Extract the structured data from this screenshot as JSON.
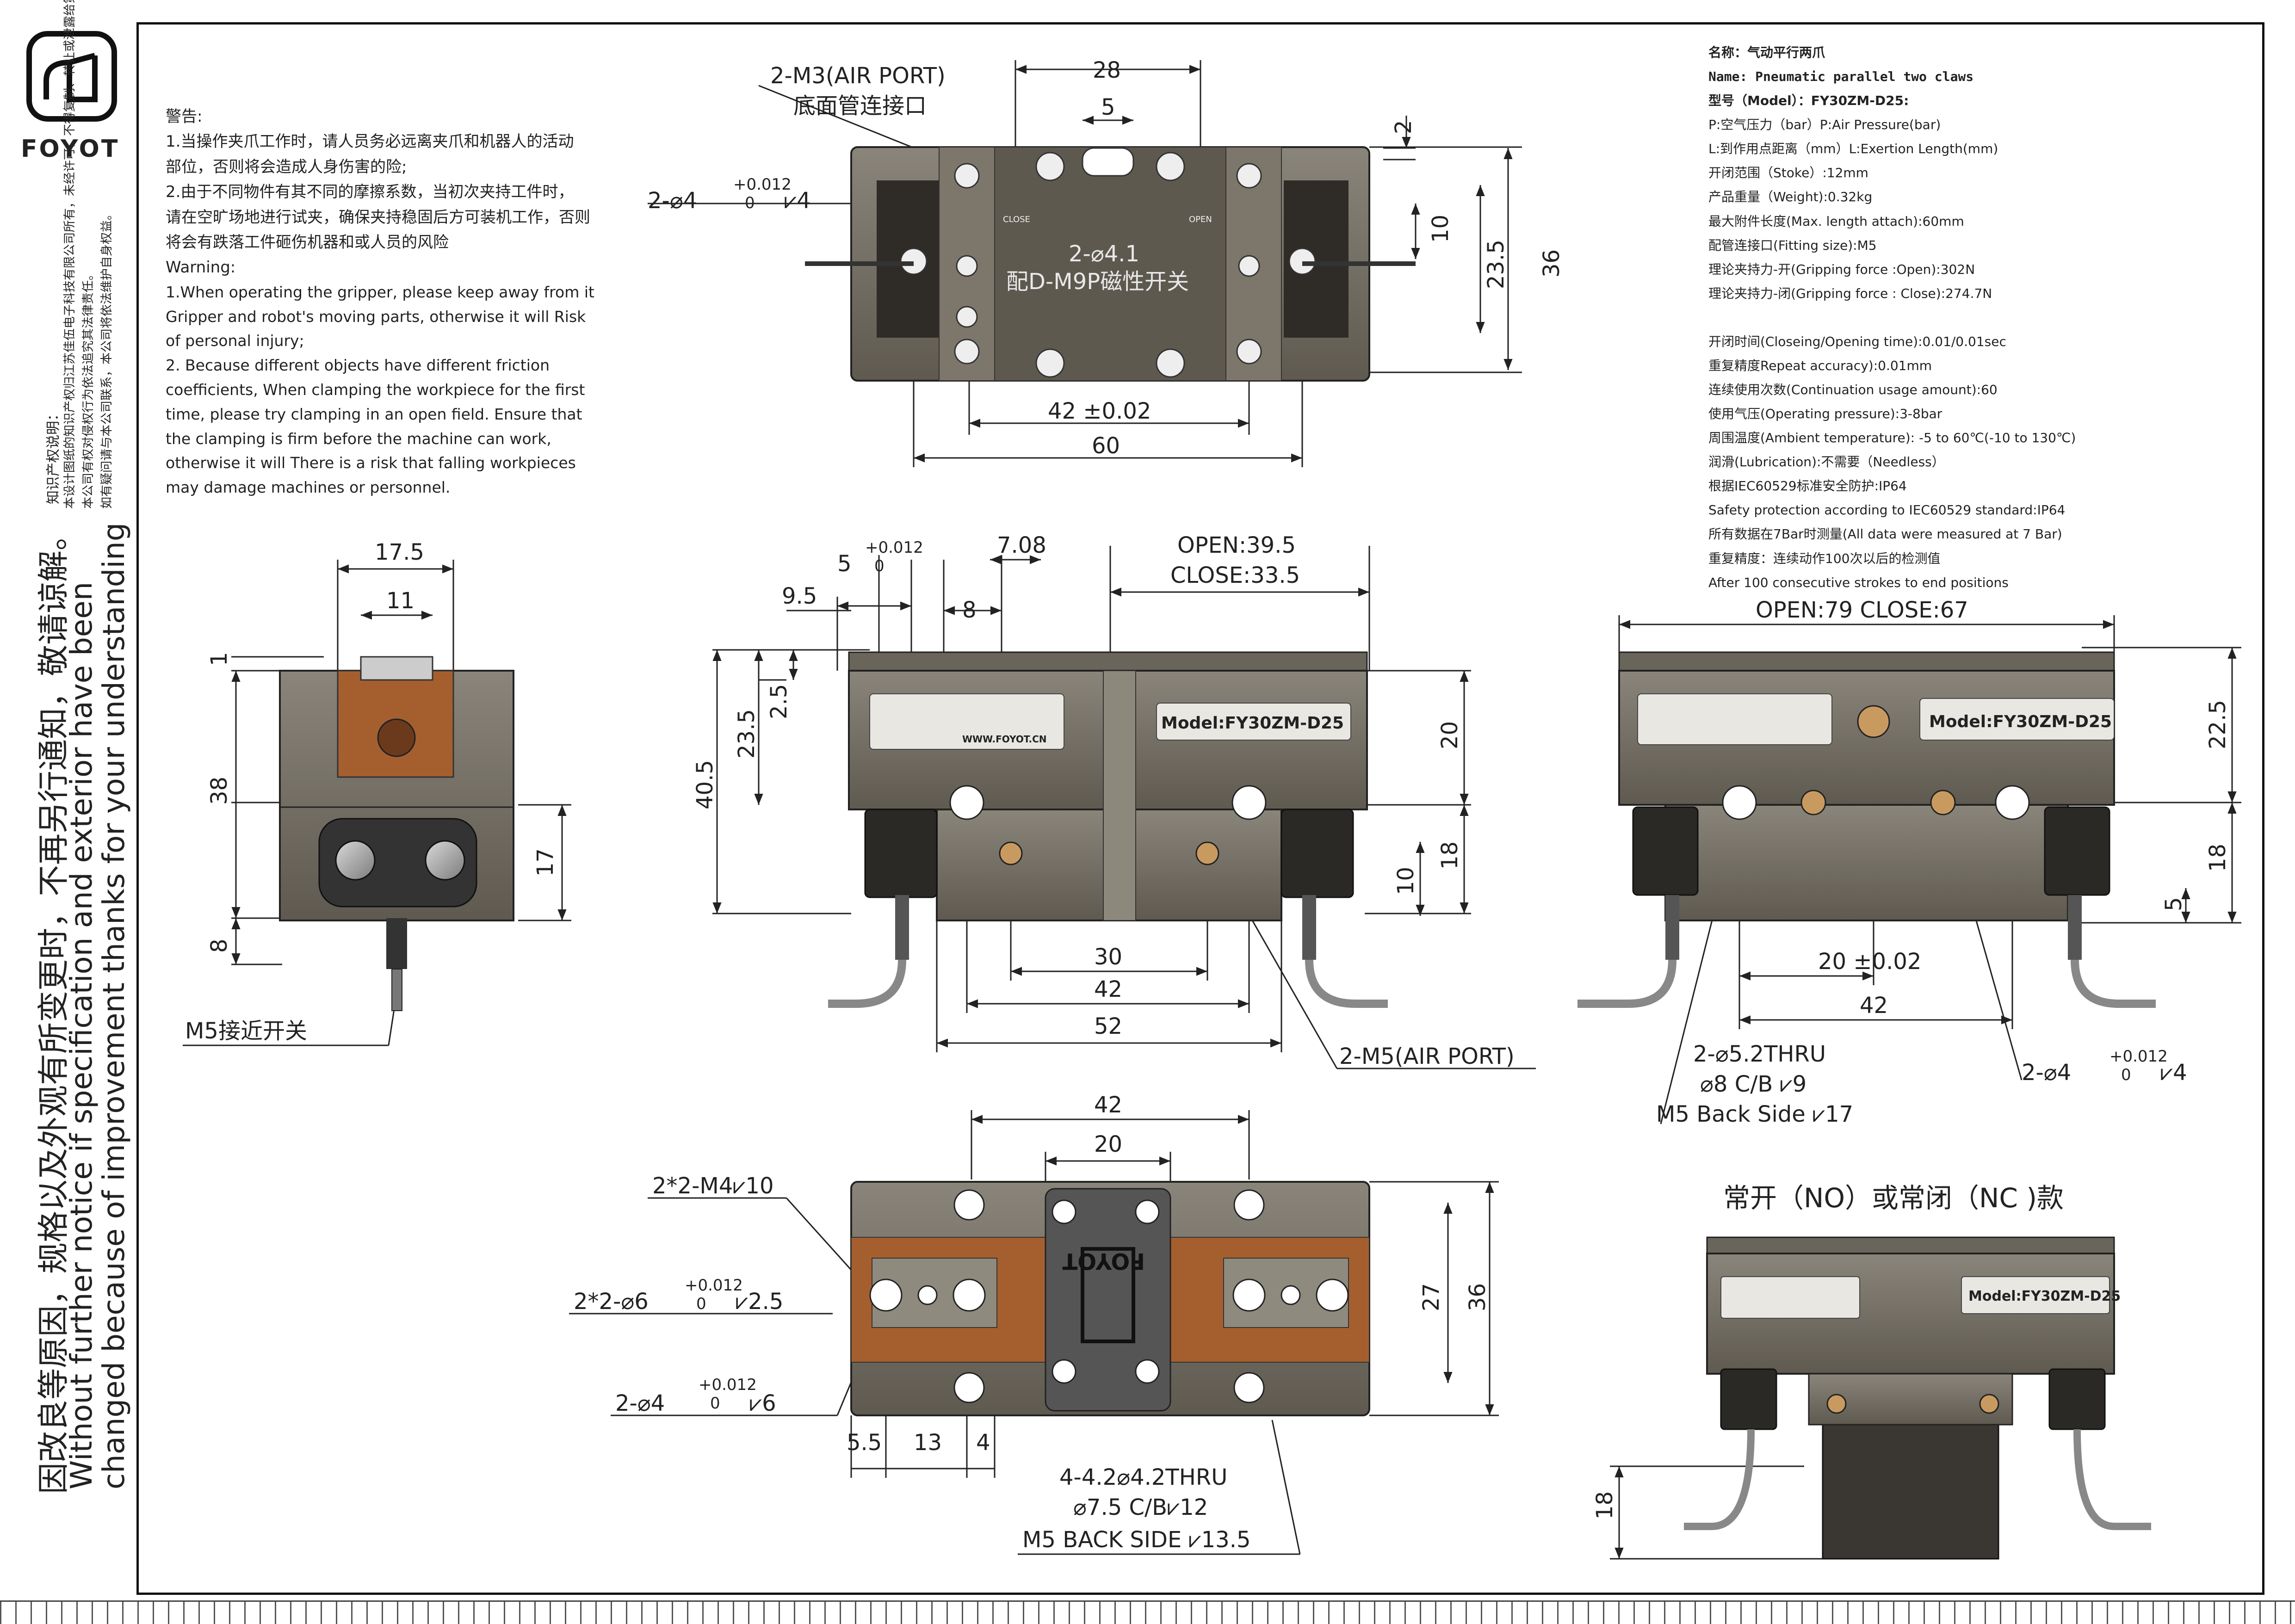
{
  "brand": {
    "name": "FOYOT"
  },
  "sidebar": {
    "notice_small": [
      "知识产权说明：",
      "本设计图纸的知识产权归江苏佳伍电子科技有限公司所有，未经许可，不得复制、转让或泄露给第三方，",
      "本公司有权对侵权行为依法追究其法律责任。",
      "如有疑问请与本公司联系，本公司将依法维护自身权益。"
    ],
    "notice_cn": "因改良等原因，规格以及外观有所变更时，不再另行通知，敬请谅解。",
    "notice_en1": "Without further notice if specification and exterior have been",
    "notice_en2": "changed because of improvement thanks for your understanding"
  },
  "warning": {
    "title": "警告:",
    "cn": [
      "1.当操作夹爪工作时，请人员务必远离夹爪和机器人的活动",
      "部位，否则将会造成人身伤害的险;",
      "2.由于不同物件有其不同的摩擦系数，当初次夹持工件时，",
      "请在空旷场地进行试夹，确保夹持稳固后方可装机工作，否则",
      "将会有跌落工件砸伤机器和或人员的风险"
    ],
    "en_title": "Warning:",
    "en": [
      "1.When operating the gripper, please keep away from it",
      "Gripper and robot's moving parts, otherwise it will Risk",
      "of personal injury;",
      "2. Because different objects have different friction",
      "coefficients, When clamping the workpiece for the first",
      "time, please try clamping in an open field. Ensure that",
      "the clamping is firm before the machine can work,",
      "otherwise it will There is a risk that falling workpieces",
      "may damage machines or personnel."
    ]
  },
  "specs": {
    "head": [
      "名称：气动平行两爪",
      "Name: Pneumatic parallel two claws",
      "型号（Model）：FY30ZM-D25:"
    ],
    "lines": [
      "P:空气压力（bar）P:Air Pressure(bar)",
      "L:到作用点距离（mm）L:Exertion Length(mm)",
      "开闭范围（Stoke）:12mm",
      "产品重量（Weight):0.32kg",
      "最大附件长度(Max. length attach):60mm",
      "配管连接口(Fitting size):M5",
      "理论夹持力-开(Gripping force :Open):302N",
      "理论夹持力-闭(Gripping force : Close):274.7N",
      "",
      "开闭时间(Closeing/Opening time):0.01/0.01sec",
      "重复精度Repeat accuracy):0.01mm",
      "连续使用次数(Continuation usage amount):60",
      "使用气压(Operating pressure):3-8bar",
      "周围温度(Ambient temperature): -5 to 60℃(-10 to 130℃)",
      "润滑(Lubrication):不需要（Needless）",
      "根据IEC60529标准安全防护:IP64",
      "Safety protection according to IEC60529 standard:IP64",
      "所有数据在7Bar时测量(All data were measured at 7 Bar)",
      "重复精度：连续动作100次以后的检测值",
      "After 100 consecutive strokes to end positions"
    ]
  },
  "top_view": {
    "air_port": "2-M3(AIR PORT)",
    "air_port_cn": "底面管连接口",
    "d28": "28",
    "d5": "5",
    "d2": "2",
    "d10": "10",
    "d23_5": "23.5",
    "d36": "36",
    "d42": "42 ±0.02",
    "d60": "60",
    "hole": "2-⌀4",
    "tol": "+0.012",
    "tol0": "0",
    "depth": "⩗4",
    "sensor": "2-⌀4.1",
    "sensor2": "配D-M9P磁性开关",
    "close": "CLOSE",
    "open": "OPEN"
  },
  "left_view": {
    "d17_5": "17.5",
    "d11": "11",
    "d1": "1",
    "d38": "38",
    "d17": "17",
    "d8": "8",
    "switch": "M5接近开关"
  },
  "front_view": {
    "d5": "5",
    "tol": "+0.012",
    "tol0": "0",
    "d9_5": "9.5",
    "d8": "8",
    "d7_08": "7.08",
    "open": "OPEN:39.5",
    "close": "CLOSE:33.5",
    "d2_5": "2.5",
    "d23_5": "23.5",
    "d40_5": "40.5",
    "d20": "20",
    "d18": "18",
    "d10": "10",
    "d30": "30",
    "d42": "42",
    "d52": "52",
    "air": "2-M5(AIR PORT)",
    "model": "Model:FY30ZM-D25",
    "web": "WWW.FOYOT.CN"
  },
  "right_view": {
    "stroke": "OPEN:79   CLOSE:67",
    "d22_5": "22.5",
    "d18": "18",
    "d5": "5",
    "d20": "20 ±0.02",
    "d42": "42",
    "thru": "2-⌀5.2THRU",
    "cb": "⌀8 C/B ⩗9",
    "m5": "M5 Back Side ⩗17",
    "hole": "2-⌀4",
    "tol": "+0.012",
    "tol0": "0",
    "depth": "⩗4",
    "model": "Model:FY30ZM-D25"
  },
  "bottom_view": {
    "d42": "42",
    "d20": "20",
    "m4": "2*2-M4⩗10",
    "h6": "2*2-⌀6",
    "h6d": "⩗2.5",
    "h4": "2-⌀4",
    "h4d": "⩗6",
    "tol": "+0.012",
    "tol0": "0",
    "d5_5": "5.5",
    "d13": "13",
    "d4": "4",
    "d27": "27",
    "d36": "36",
    "thru": "4-4.2⌀4.2THRU",
    "cb": "⌀7.5 C/B⩗12",
    "m5": "M5 BACK SIDE ⩗13.5",
    "brand": "FOYOT"
  },
  "nonc": {
    "title": "常开（NO）或常闭（NC )款",
    "d18": "18",
    "model": "Model:FY30ZM-D25"
  },
  "colors": {
    "body": "#6f6a5f",
    "body_light": "#9b968a",
    "jaw": "#a55f2e",
    "line": "#222222"
  }
}
